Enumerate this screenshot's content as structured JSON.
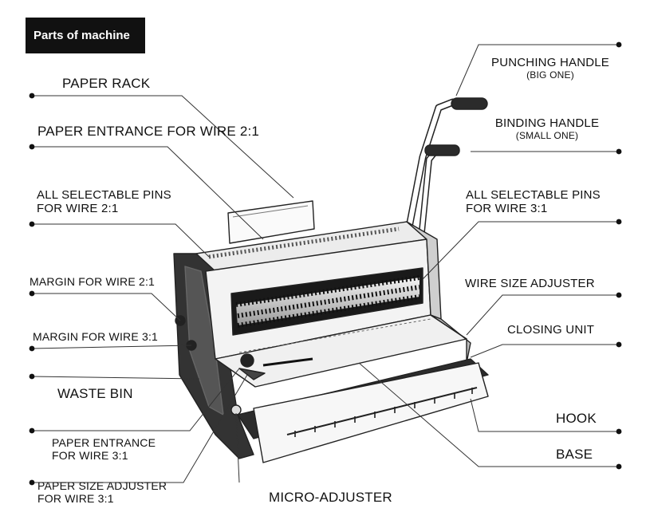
{
  "title": "Parts of machine",
  "labels": {
    "paper_rack": "PAPER RACK",
    "paper_entrance_21": "PAPER ENTRANCE FOR WIRE 2:1",
    "pins_21_line1": "ALL SELECTABLE PINS",
    "pins_21_line2": "FOR WIRE 2:1",
    "margin_21": "MARGIN FOR WIRE 2:1",
    "margin_31": "MARGIN FOR WIRE 3:1",
    "waste_bin": "WASTE BIN",
    "paper_entrance_31_line1": "PAPER ENTRANCE",
    "paper_entrance_31_line2": "FOR WIRE 3:1",
    "paper_size_line1": "PAPER SIZE ADJUSTER",
    "paper_size_line2": "FOR WIRE 3:1",
    "micro_adjuster": "MICRO-ADJUSTER",
    "punching_handle": "PUNCHING HANDLE",
    "punching_handle_note": "(BIG ONE)",
    "binding_handle": "BINDING HANDLE",
    "binding_handle_note": "(SMALL ONE)",
    "pins_31_line1": "ALL SELECTABLE PINS",
    "pins_31_line2": "FOR WIRE 3:1",
    "wire_size_adjuster": "WIRE SIZE ADJUSTER",
    "closing_unit": "CLOSING UNIT",
    "hook": "HOOK",
    "base": "BASE"
  }
}
